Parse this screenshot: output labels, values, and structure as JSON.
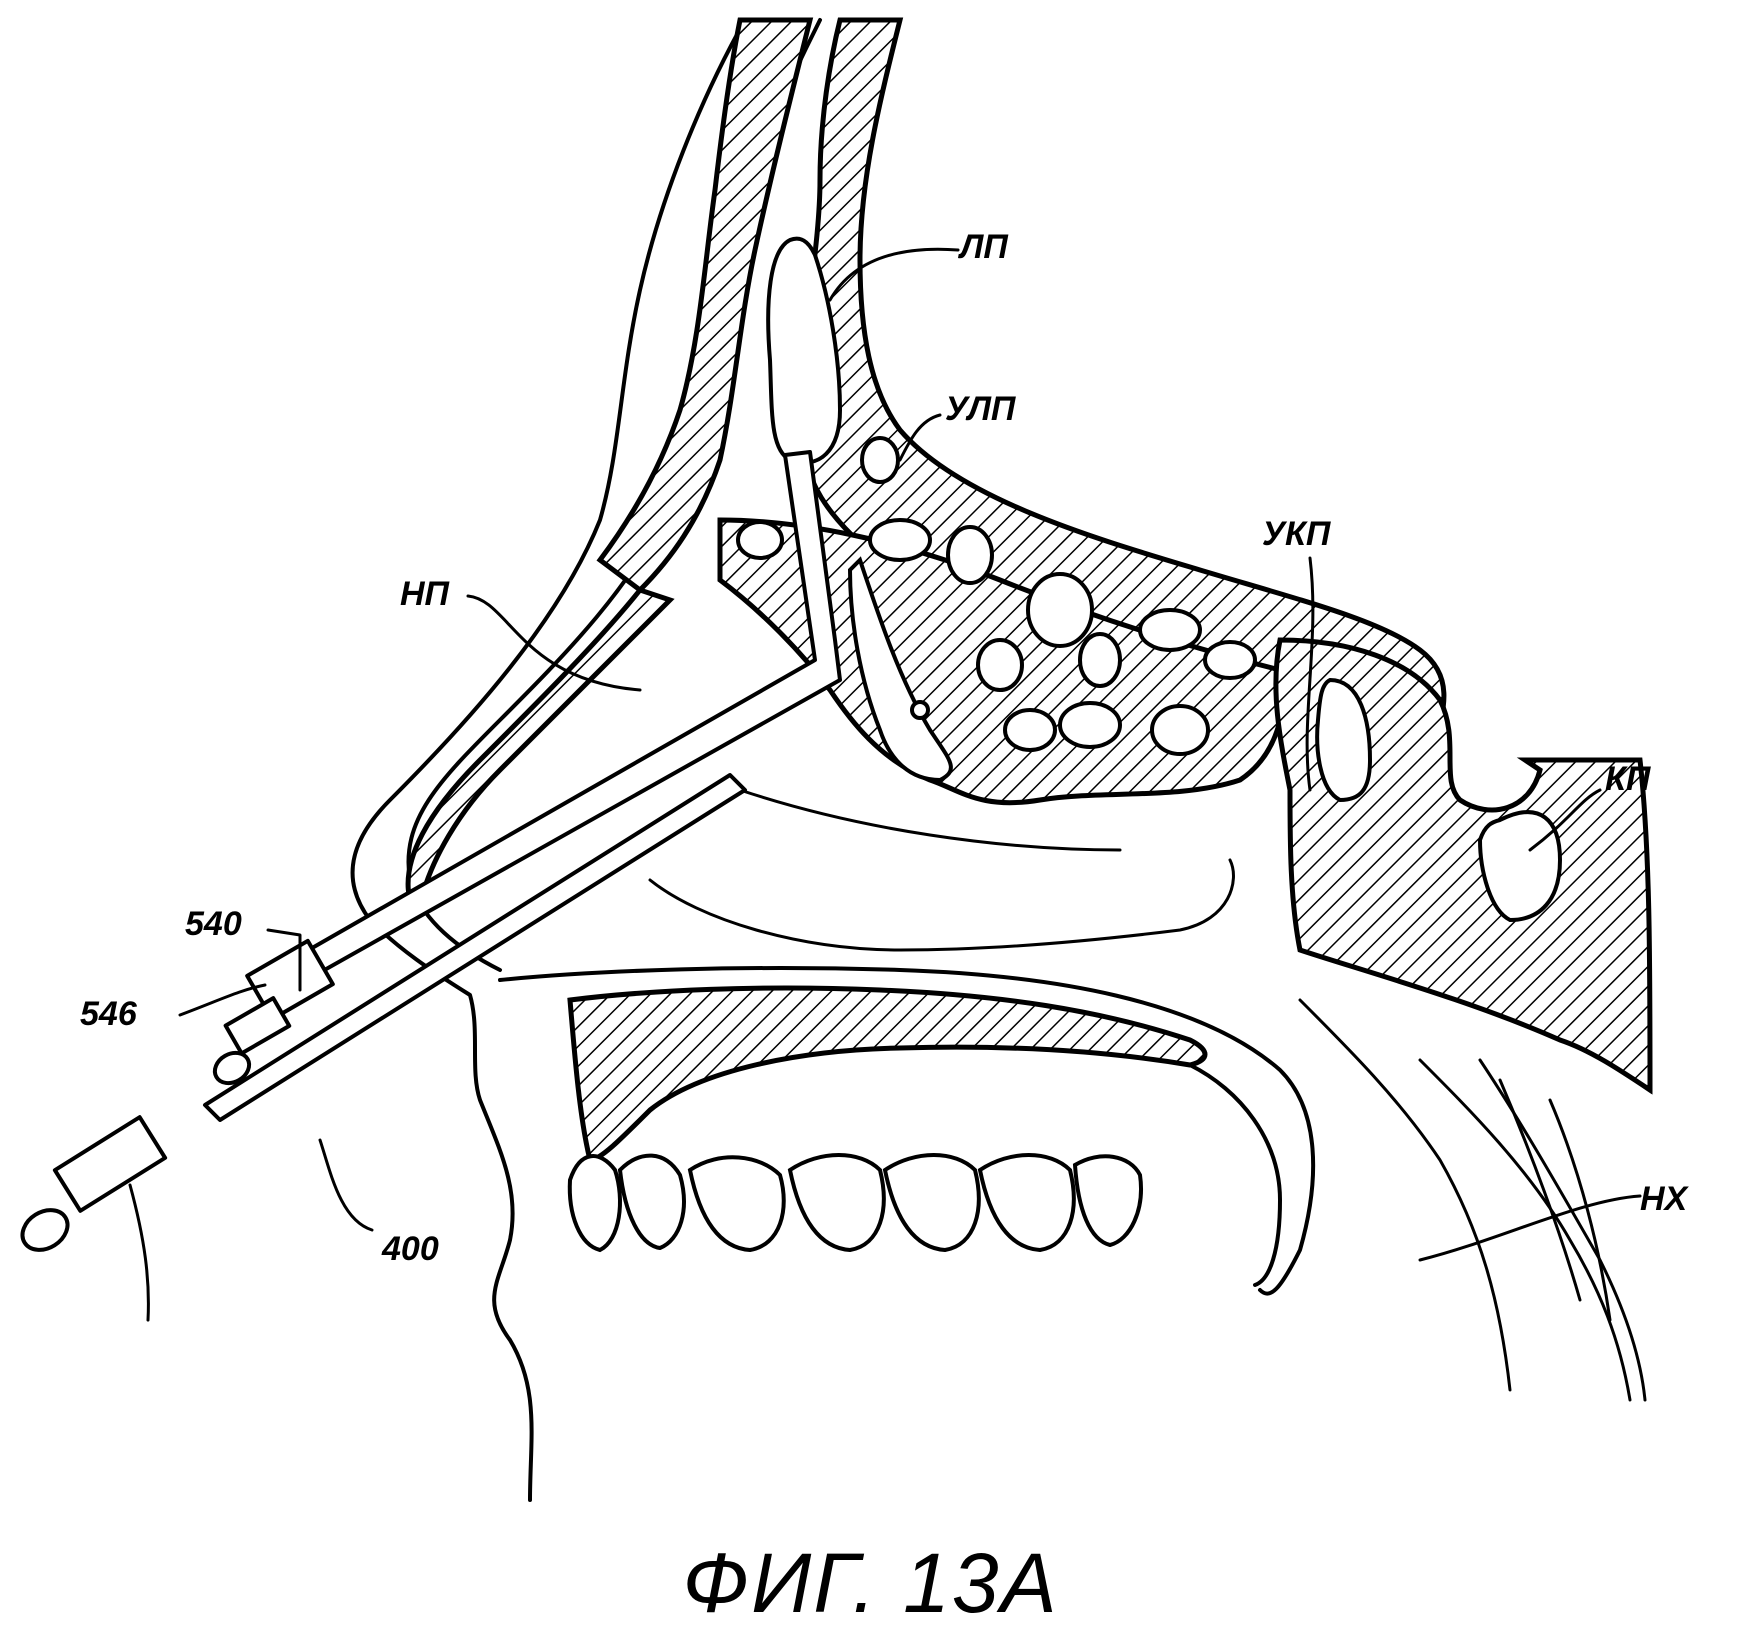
{
  "figure": {
    "caption": "ФИГ. 13А",
    "labels": {
      "frontal_sinus": "ЛП",
      "frontal_sinus_ostium": "УЛП",
      "nasal_cavity": "НП",
      "sphenoid_ostium": "УКП",
      "sphenoid_sinus": "КП",
      "nasopharynx": "НХ",
      "ref_540": "540",
      "ref_546": "546",
      "ref_400": "400"
    }
  }
}
